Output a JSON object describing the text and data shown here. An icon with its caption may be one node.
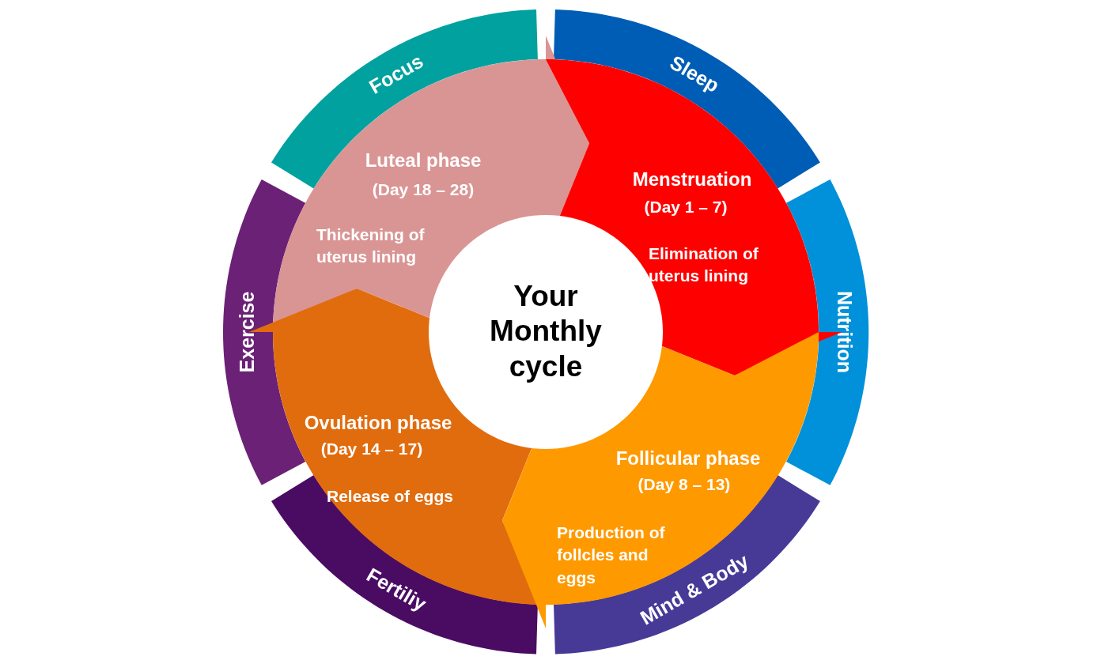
{
  "diagram": {
    "nodes": [
      {
        "text": [
          "Focus"
        ]
      },
      {
        "text": [
          "Sleep"
        ]
      },
      {
        "text": [
          "Luteal phase",
          "(Day 18 – 28)",
          "Thickening of uterus lining"
        ]
      },
      {
        "text": [
          "Menstruation",
          "(Day 1 – 7)",
          "Elimination of uterus lining"
        ]
      },
      {
        "text": [
          "Your Monthly cycle"
        ]
      },
      {
        "text": [
          "Exercise"
        ]
      },
      {
        "text": [
          "Nutrition"
        ]
      },
      {
        "text": [
          "Ovulation phase",
          "(Day 14 – 17)",
          "Release of eggs"
        ]
      },
      {
        "text": [
          "Follicular phase",
          "(Day 8 – 13)",
          "Production of follcles and eggs"
        ]
      },
      {
        "text": [
          "Fertiliy"
        ]
      },
      {
        "text": [
          "Mind & Body"
        ]
      }
    ]
  }
}
